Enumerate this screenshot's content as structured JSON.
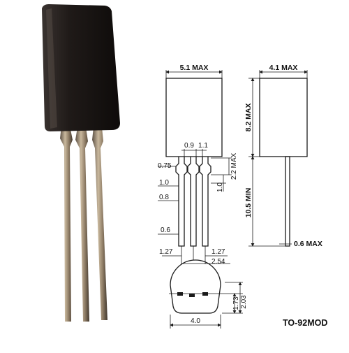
{
  "package": {
    "name": "TO-92MOD"
  },
  "front_view": {
    "body_width": "5.1 MAX",
    "pitch_small": "0.9",
    "pitch_small2": "1.1",
    "shoulder": "0.75",
    "lead_width_1": "1.0",
    "lead_width_2": "0.8",
    "lead_thickness": "0.6",
    "offset_left": "1.27",
    "offset_right": "1.27",
    "pitch": "2.54",
    "step_height": "2.2 MAX",
    "step_inner": "1.0"
  },
  "side_view": {
    "body_depth": "4.1 MAX",
    "body_height": "8.2 MAX",
    "lead_length": "10.5 MIN",
    "lead_thickness": "0.6 MAX"
  },
  "bottom_view": {
    "width": "4.0",
    "depth_inner": "1.73",
    "depth_outer": "2.03"
  }
}
